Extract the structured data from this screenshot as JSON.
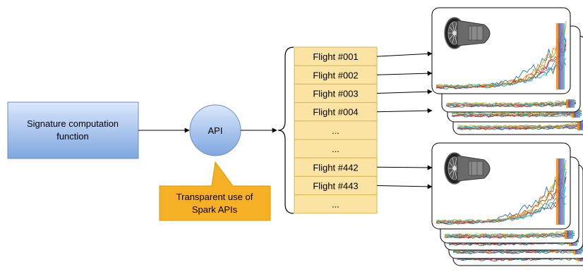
{
  "source_box": {
    "line1": "Signature computation",
    "line2": "function"
  },
  "api_node": {
    "label": "API"
  },
  "callout": {
    "line1": "Transparent use of",
    "line2": "Spark APIs"
  },
  "flights": [
    {
      "label": "Flight #001",
      "has_arrow": true
    },
    {
      "label": "Flight #002",
      "has_arrow": true
    },
    {
      "label": "Flight #003",
      "has_arrow": true
    },
    {
      "label": "Flight #004",
      "has_arrow": true
    },
    {
      "label": "...",
      "has_arrow": false
    },
    {
      "label": "...",
      "has_arrow": false
    },
    {
      "label": "Flight #442",
      "has_arrow": true
    },
    {
      "label": "Flight #443",
      "has_arrow": true
    },
    {
      "label": "...",
      "has_arrow": false
    }
  ],
  "card_stacks": [
    {
      "name": "upper",
      "icon": "turbofan-engine-icon",
      "cards": 4
    },
    {
      "name": "lower",
      "icon": "turbofan-engine-icon",
      "cards": 5
    }
  ],
  "colors": {
    "source_fill": "#b4cbe9",
    "source_stroke": "#6c8ebf",
    "api_fill": "#8fb2e6",
    "api_stroke": "#6c8ebf",
    "callout_fill": "#f6b026",
    "callout_stroke": "#d79b00",
    "flight_fill": "#fbe3a3",
    "flight_stroke": "#d6b656",
    "series": [
      "#2e7d32",
      "#1f77b4",
      "#d62728",
      "#9467bd",
      "#ff7f0e",
      "#8c564b",
      "#17becf",
      "#bcbd22"
    ]
  }
}
